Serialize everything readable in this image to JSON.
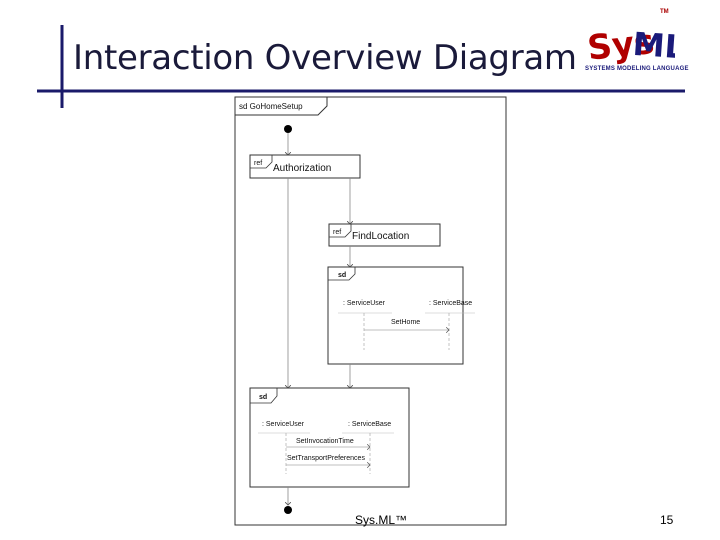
{
  "slide": {
    "title": "Interaction Overview Diagram",
    "footer_center": "Sys.ML™",
    "page_number": "15"
  },
  "logo": {
    "text": "SysML",
    "tm": "TM",
    "subtitle": "SYSTEMS MODELING LANGUAGE"
  },
  "diagram": {
    "frame_label": "sd GoHomeSetup",
    "ref_keyword": "ref",
    "sd_keyword": "sd",
    "ref1": "Authorization",
    "ref2": "FindLocation",
    "sd1": {
      "lifeline1": ": ServiceUser",
      "lifeline2": ": ServiceBase",
      "message1": "SetHome"
    },
    "sd2": {
      "lifeline1": ": ServiceUser",
      "lifeline2": ": ServiceBase",
      "message1": "SetInvocationTime",
      "message2": "SetTransportPreferences"
    }
  },
  "colors": {
    "accent_bar": "#1a1a6a",
    "logo_red": "#b00000",
    "logo_blue": "#1a1a7a"
  }
}
